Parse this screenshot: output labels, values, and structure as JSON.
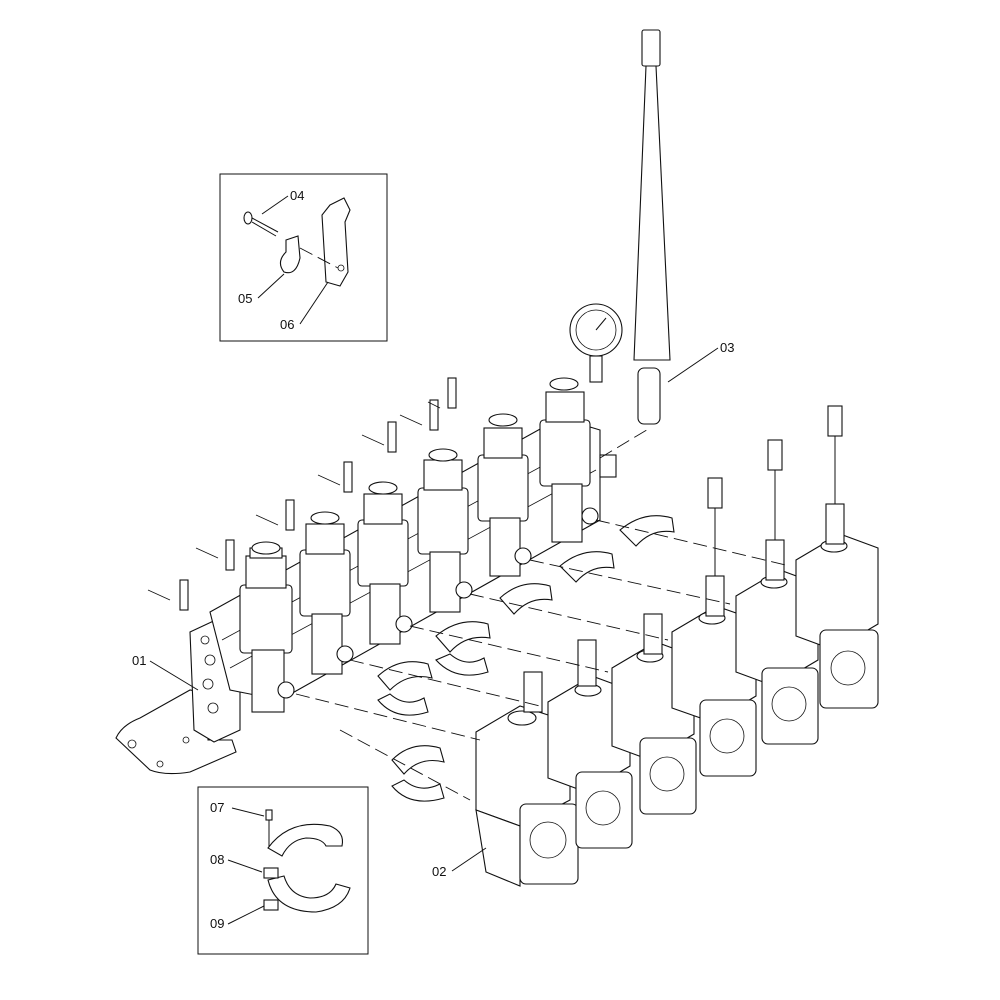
{
  "callouts": {
    "c01": "01",
    "c02": "02",
    "c03": "03",
    "c04": "04",
    "c05": "05",
    "c06": "06",
    "c07": "07",
    "c08": "08",
    "c09": "09"
  },
  "colors": {
    "line": "#111111",
    "background": "#ffffff"
  }
}
